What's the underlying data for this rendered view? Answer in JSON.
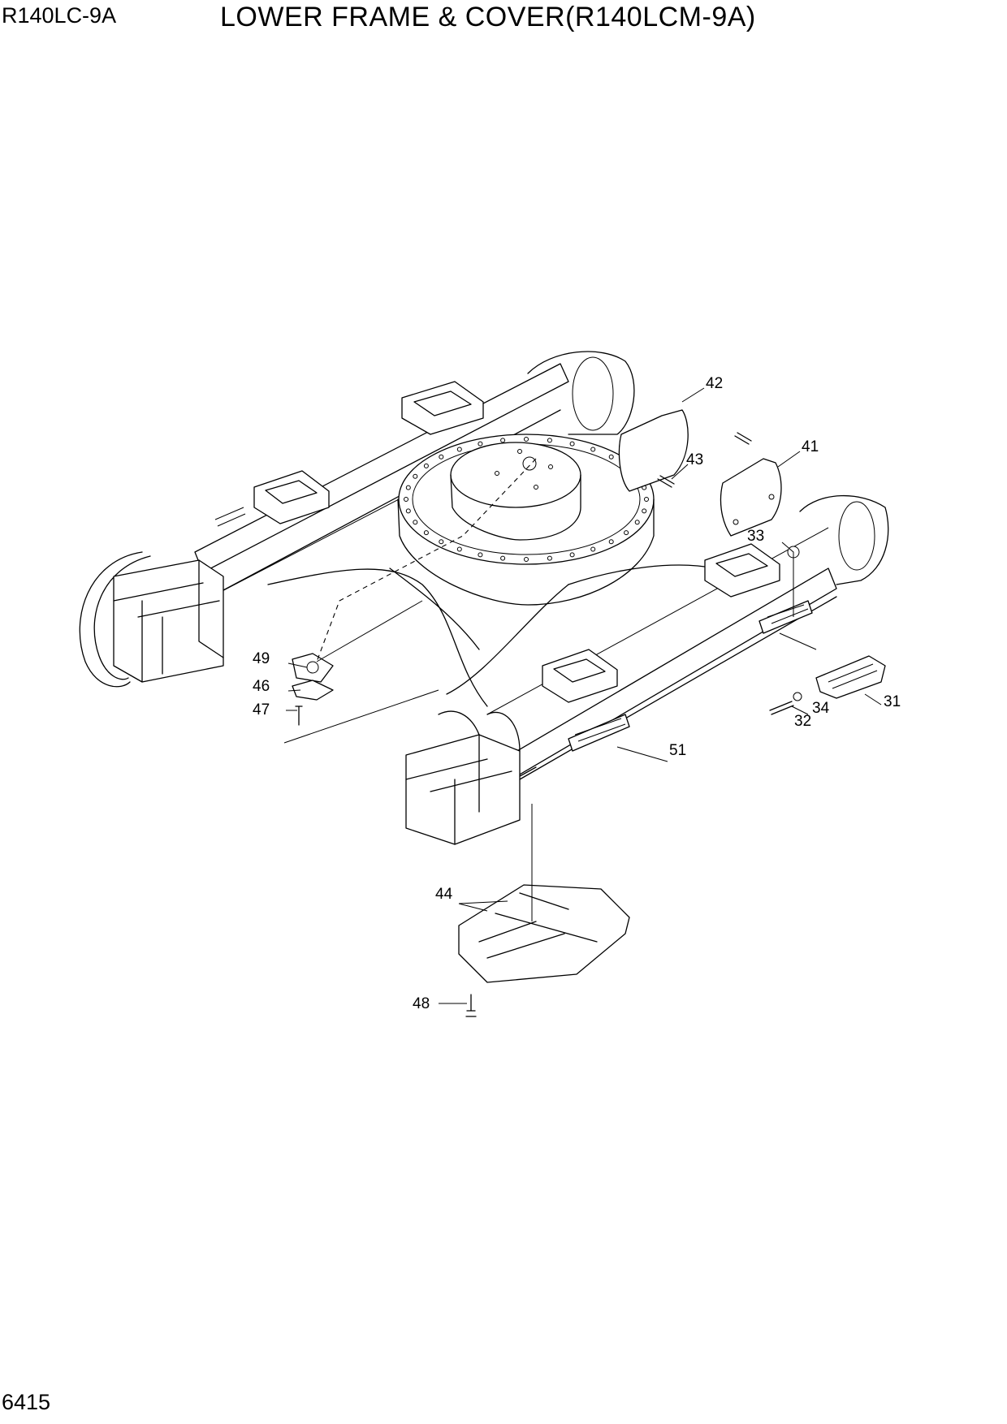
{
  "header": {
    "model": "R140LC-9A",
    "title": "LOWER FRAME & COVER(R140LCM-9A)"
  },
  "footer": {
    "page_number": "6415"
  },
  "callouts": {
    "c31": "31",
    "c32": "32",
    "c33": "33",
    "c34": "34",
    "c41": "41",
    "c42": "42",
    "c43": "43",
    "c44": "44",
    "c46": "46",
    "c47": "47",
    "c48": "48",
    "c49": "49",
    "c51": "51"
  }
}
